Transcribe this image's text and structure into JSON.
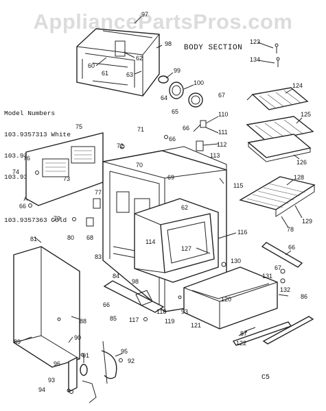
{
  "watermark": "AppliancePartsPros.com",
  "section_title": "BODY SECTION",
  "model_numbers": {
    "heading": "Model Numbers",
    "lines": [
      "103.9357313 White",
      "103.9357323 Coppertone",
      "103.9357343",
      "     Avocado",
      "103.9357363 Gold"
    ]
  },
  "diagram_code": "C5",
  "callouts": [
    "97",
    "98",
    "60",
    "62",
    "61",
    "63",
    "99",
    "100",
    "64",
    "65",
    "67",
    "123",
    "134",
    "124",
    "125",
    "126",
    "110",
    "66",
    "111",
    "112",
    "113",
    "71",
    "72",
    "70",
    "75",
    "76",
    "66",
    "74",
    "73",
    "77",
    "66",
    "79",
    "80",
    "68",
    "69",
    "62",
    "114",
    "115",
    "127",
    "128",
    "129",
    "78",
    "81",
    "83",
    "84",
    "98",
    "116",
    "130",
    "66",
    "67",
    "131",
    "132",
    "86",
    "66",
    "85",
    "117",
    "118",
    "119",
    "93",
    "120",
    "121",
    "122",
    "87",
    "88",
    "89",
    "90",
    "91",
    "96",
    "95",
    "92",
    "93",
    "94"
  ]
}
